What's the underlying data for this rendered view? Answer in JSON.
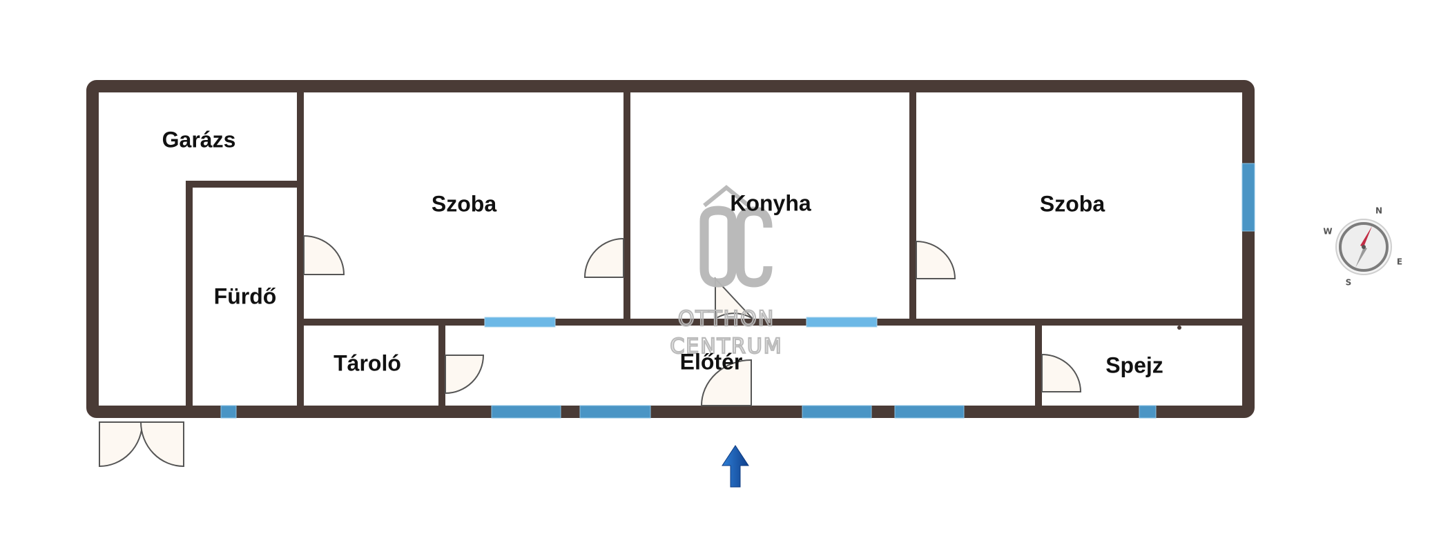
{
  "rooms": {
    "garage": "Garázs",
    "bathroom": "Fürdő",
    "room_left": "Szoba",
    "kitchen": "Konyha",
    "room_right": "Szoba",
    "storage": "Tároló",
    "hall": "Előtér",
    "pantry": "Spejz"
  },
  "watermark": {
    "logo": "ÔC",
    "line1": "OTTHON",
    "line2": "CENTRUM"
  },
  "compass": {
    "n": "N",
    "e": "E",
    "s": "S",
    "w": "W"
  },
  "colors": {
    "wall": "#4a3b36",
    "window": "#4a95c5",
    "window_light": "#6cb8e6",
    "door_fill": "#fdf8f2",
    "watermark": "#b7b7b7",
    "entrance_arrow": "#1f5fb5",
    "needle_north": "#c22d45"
  }
}
